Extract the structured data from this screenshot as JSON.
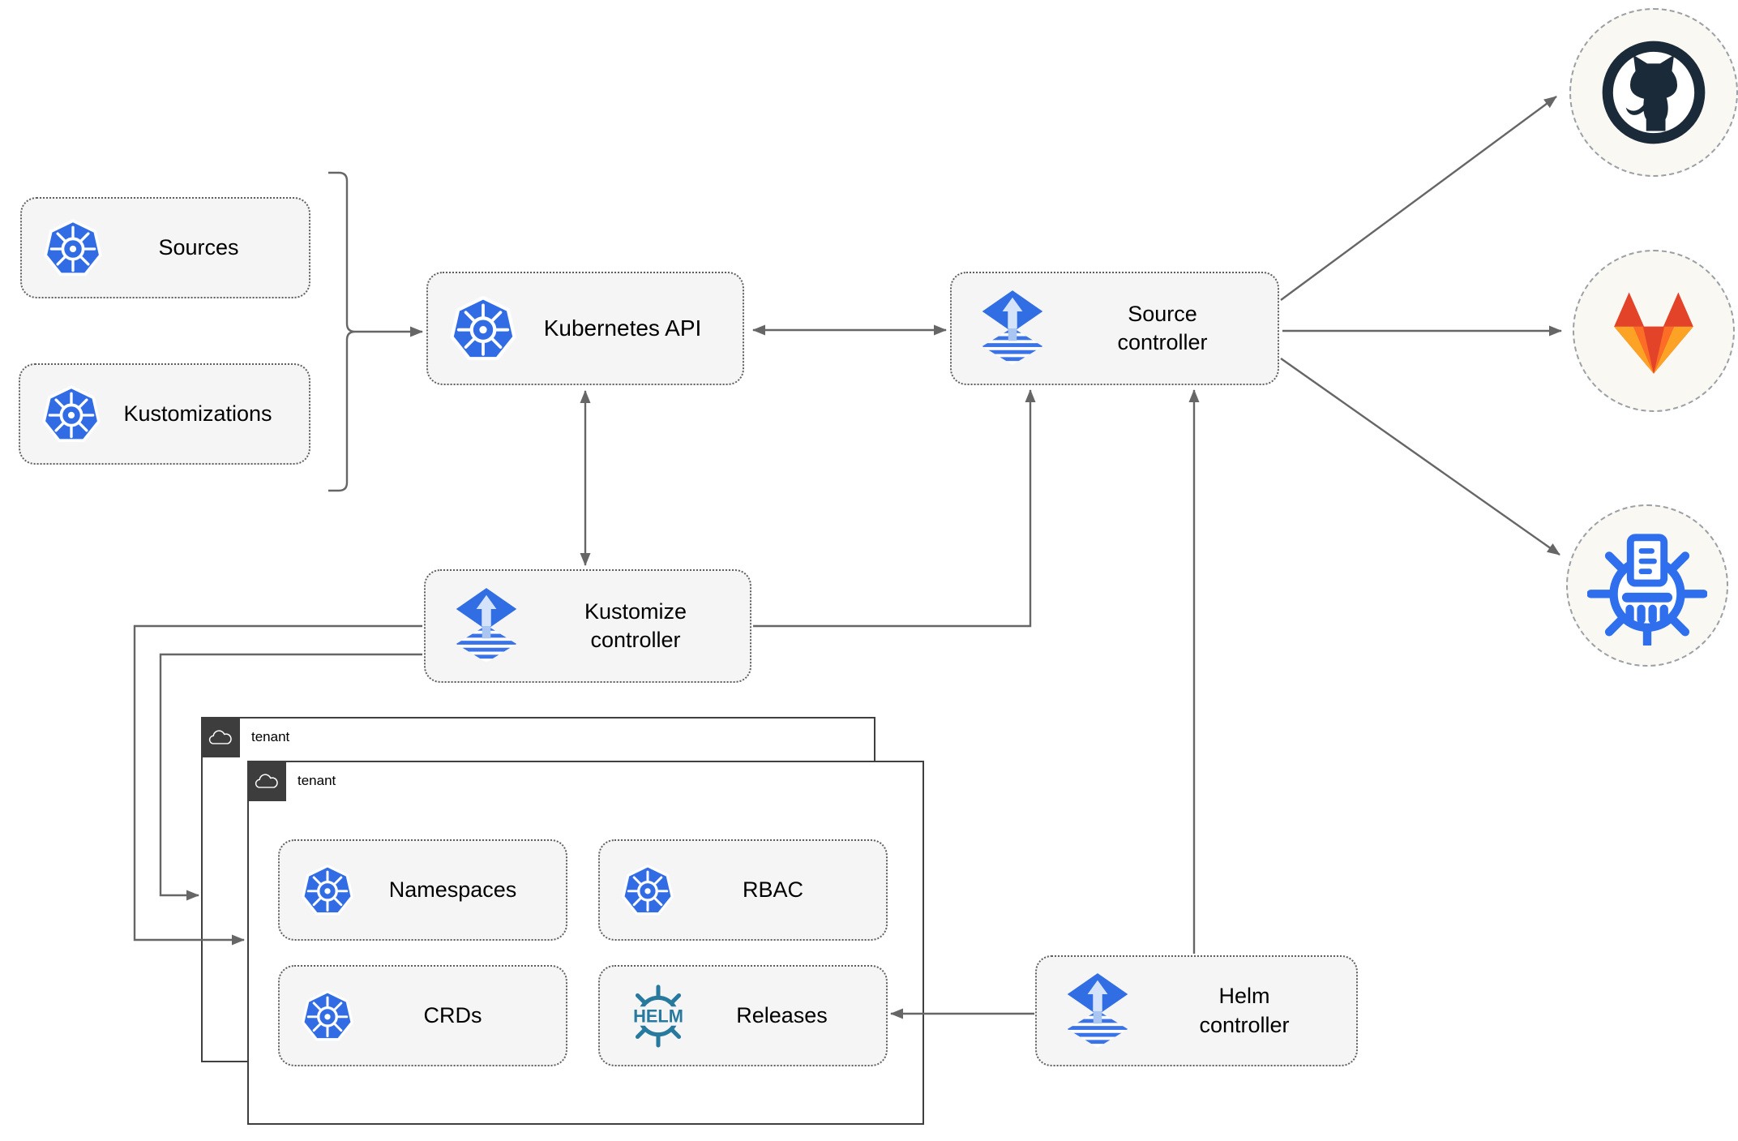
{
  "diagram": {
    "nodes": {
      "sources": {
        "label": "Sources",
        "icon": "kubernetes"
      },
      "kustomizations": {
        "label": "Kustomizations",
        "icon": "kubernetes"
      },
      "kubernetes_api": {
        "label": "Kubernetes API",
        "icon": "kubernetes"
      },
      "source_controller": {
        "label": "Source controller",
        "icon": "flux"
      },
      "kustomize_controller": {
        "label": "Kustomize controller",
        "icon": "flux"
      },
      "helm_controller": {
        "label": "Helm controller",
        "icon": "flux"
      },
      "tenant_outer": {
        "label": "tenant",
        "icon": "cloud"
      },
      "tenant_inner": {
        "label": "tenant",
        "icon": "cloud"
      },
      "namespaces": {
        "label": "Namespaces",
        "icon": "kubernetes"
      },
      "rbac": {
        "label": "RBAC",
        "icon": "kubernetes"
      },
      "crds": {
        "label": "CRDs",
        "icon": "kubernetes"
      },
      "releases": {
        "label": "Releases",
        "icon": "helm",
        "icon_text": "HELM"
      },
      "github": {
        "icon": "github"
      },
      "gitlab": {
        "icon": "gitlab"
      },
      "artifact_source": {
        "icon": "kustomize"
      }
    },
    "edges": [
      {
        "from": "sources+kustomizations",
        "to": "kubernetes_api",
        "style": "arrow"
      },
      {
        "from": "kubernetes_api",
        "to": "source_controller",
        "style": "double-arrow"
      },
      {
        "from": "kubernetes_api",
        "to": "kustomize_controller",
        "style": "double-arrow"
      },
      {
        "from": "kustomize_controller",
        "to": "source_controller",
        "style": "arrow"
      },
      {
        "from": "helm_controller",
        "to": "source_controller",
        "style": "arrow"
      },
      {
        "from": "helm_controller",
        "to": "releases",
        "style": "arrow"
      },
      {
        "from": "kustomize_controller",
        "to": "tenant_outer",
        "style": "arrow"
      },
      {
        "from": "kustomize_controller",
        "to": "tenant_inner",
        "style": "arrow"
      },
      {
        "from": "source_controller",
        "to": "github",
        "style": "arrow"
      },
      {
        "from": "source_controller",
        "to": "gitlab",
        "style": "arrow"
      },
      {
        "from": "source_controller",
        "to": "artifact_source",
        "style": "arrow"
      }
    ],
    "colors": {
      "kubernetes_blue": "#326CE5",
      "flux_blue": "#316de3",
      "helm_teal": "#277a9e",
      "github_dark": "#1b2a38",
      "gitlab_red": "#e24329",
      "gitlab_orange": "#fc6d26",
      "gitlab_amber": "#fca326",
      "kustomize_blue": "#2f6fed",
      "connector_gray": "#666666",
      "node_fill": "#f5f5f5",
      "tenant_badge_bg": "#3d3d3d"
    }
  }
}
